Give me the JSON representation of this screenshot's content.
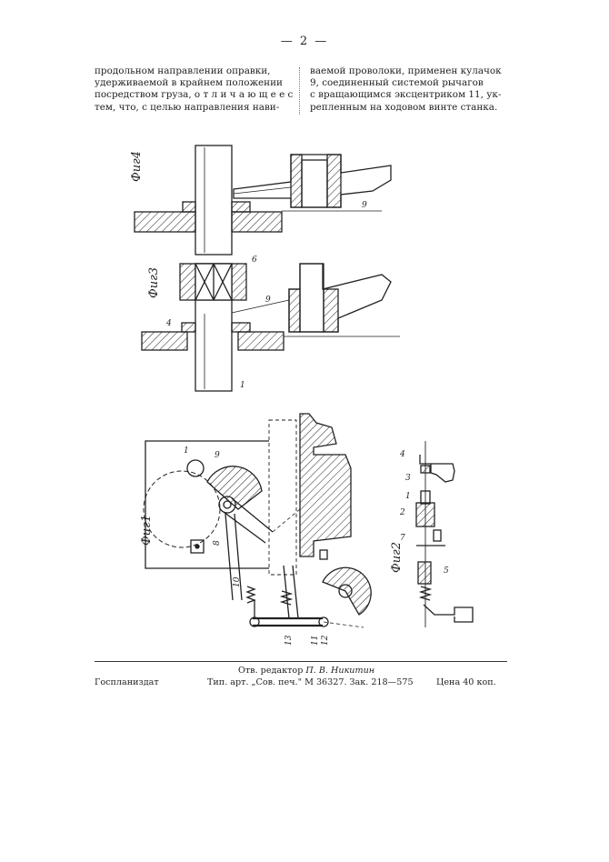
{
  "page": {
    "number": "— 2 —"
  },
  "text": {
    "left_column": [
      "продольном   направлении   оправки,",
      "удерживаемой  в  крайнем  положении",
      "посредством груза, о т л и ч а ю щ е е с я",
      "тем,  что,  с  целью  направления  нави-"
    ],
    "right_column": [
      "ваемой проволоки, применен  кулачок",
      "9,  соединенный   системой   рычагов",
      "с вращающимся  эксцентриком 11, ук-",
      "репленным на ходовом винте станка."
    ]
  },
  "figures": {
    "fig4": "Фиг4",
    "fig3": "Фиг3",
    "fig1": "Фиг1",
    "fig2": "Фиг2",
    "numbers": {
      "n1": "1",
      "n2": "2",
      "n3": "3",
      "n4": "4",
      "n5": "5",
      "n6": "6",
      "n7": "7",
      "n8": "8",
      "n9": "9",
      "n10": "10",
      "n11": "11",
      "n12": "12",
      "n13": "13"
    }
  },
  "footer": {
    "editor_label": "Отв. редактор",
    "editor_name": "П. В. Никитин",
    "publisher": "Госпланиздат",
    "print_info": "Тип. арт. „Сов. печ.\" М 36327. Зак. 218—575",
    "price": "Цена 40 коп."
  },
  "colors": {
    "ink": "#222222",
    "paper": "#ffffff"
  }
}
